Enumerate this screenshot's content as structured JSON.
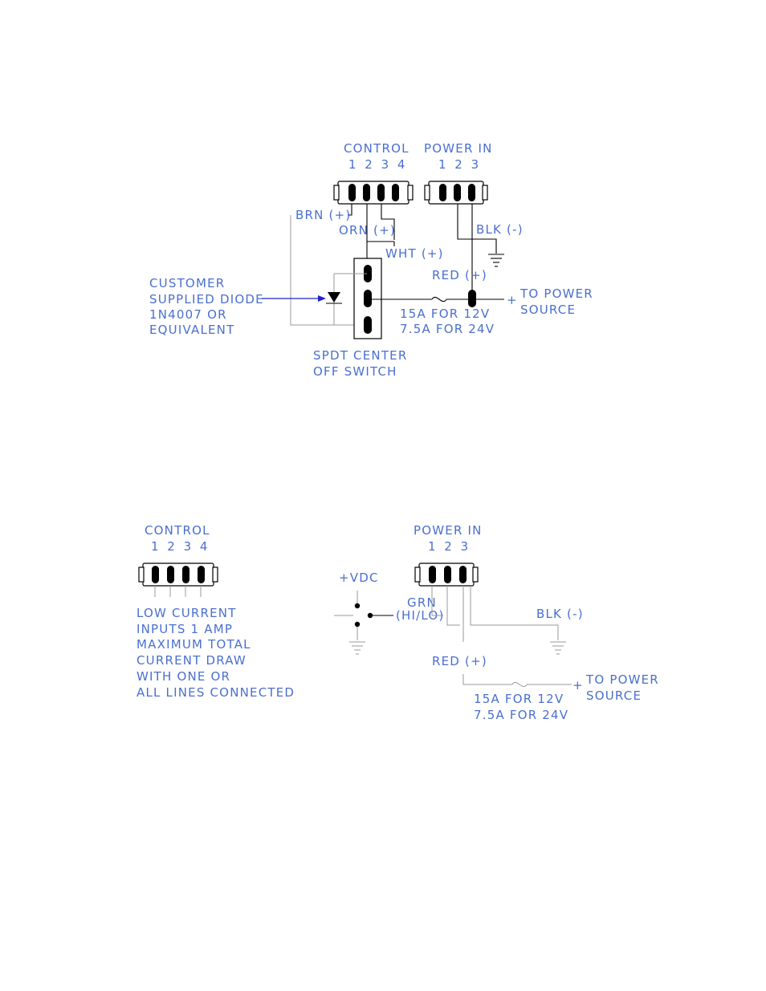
{
  "colors": {
    "label": "#4a6fd0",
    "wire": "#000000",
    "arrow": "#2222cc",
    "faint": "#9a9a9a"
  },
  "top": {
    "control_title": "CONTROL",
    "control_pins": "1 2 3 4",
    "power_title": "POWER IN",
    "power_pins": "1 2 3",
    "brn": "BRN (+)",
    "orn": "ORN (+)",
    "wht": "WHT (+)",
    "blk": "BLK (-)",
    "red": "RED (+)",
    "diode_line1": "CUSTOMER",
    "diode_line2": "SUPPLIED DIODE",
    "diode_line3": "1N4007 OR",
    "diode_line4": "EQUIVALENT",
    "fuse_line1": "15A FOR 12V",
    "fuse_line2": "7.5A FOR 24V",
    "plus": "+",
    "to_power_1": "TO POWER",
    "to_power_2": "SOURCE",
    "switch_line1": "SPDT CENTER",
    "switch_line2": "OFF SWITCH"
  },
  "bottom": {
    "control_title": "CONTROL",
    "control_pins": "1 2 3 4",
    "note_lines": [
      "LOW CURRENT",
      "INPUTS 1 AMP",
      "MAXIMUM TOTAL",
      "CURRENT DRAW",
      "WITH ONE OR",
      "ALL LINES CONNECTED"
    ],
    "power_title": "POWER IN",
    "power_pins": "1 2 3",
    "vdc": "+VDC",
    "grn": "GRN",
    "hilo": "(HI/LO)",
    "blk": "BLK (-)",
    "red": "RED (+)",
    "fuse_line1": "15A FOR 12V",
    "fuse_line2": "7.5A FOR 24V",
    "plus": "+",
    "to_power_1": "TO POWER",
    "to_power_2": "SOURCE"
  }
}
